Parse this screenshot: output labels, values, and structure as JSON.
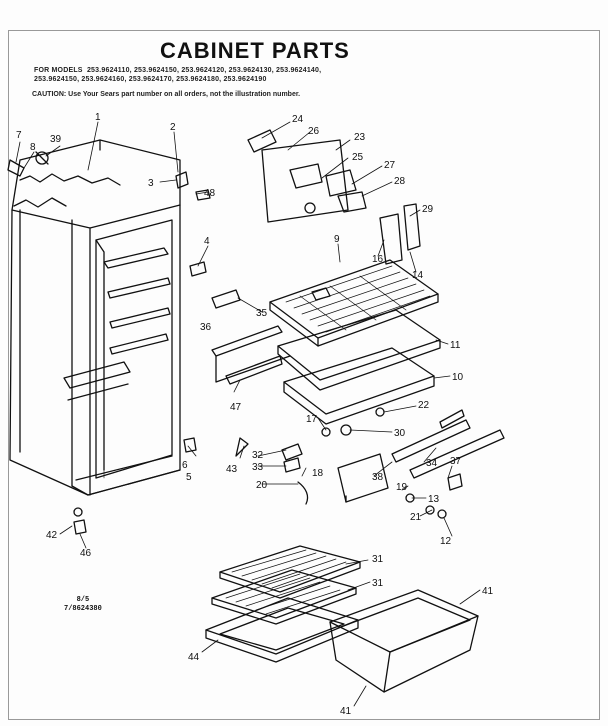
{
  "title": "CABINET PARTS",
  "models_label": "FOR MODELS",
  "models_line1": "253.9624110, 253.9624150, 253.9624120, 253.9624130, 253.9624140,",
  "models_line2": "253.9624150, 253.9624160, 253.9624170, 253.9624180, 253.9624190",
  "caution": "CAUTION: Use Your Sears part number on all orders, not the illustration number.",
  "ref_page": "8/5",
  "ref_code": "7/8624380",
  "callouts": [
    "7",
    "8",
    "39",
    "1",
    "2",
    "3",
    "48",
    "4",
    "35",
    "36",
    "47",
    "42",
    "46",
    "6",
    "5",
    "43",
    "24",
    "26",
    "23",
    "25",
    "27",
    "28",
    "29",
    "9",
    "16",
    "14",
    "11",
    "10",
    "22",
    "17",
    "30",
    "32",
    "33",
    "18",
    "20",
    "38",
    "34",
    "37",
    "19",
    "13",
    "21",
    "12",
    "31",
    "31",
    "41",
    "44",
    "41"
  ]
}
